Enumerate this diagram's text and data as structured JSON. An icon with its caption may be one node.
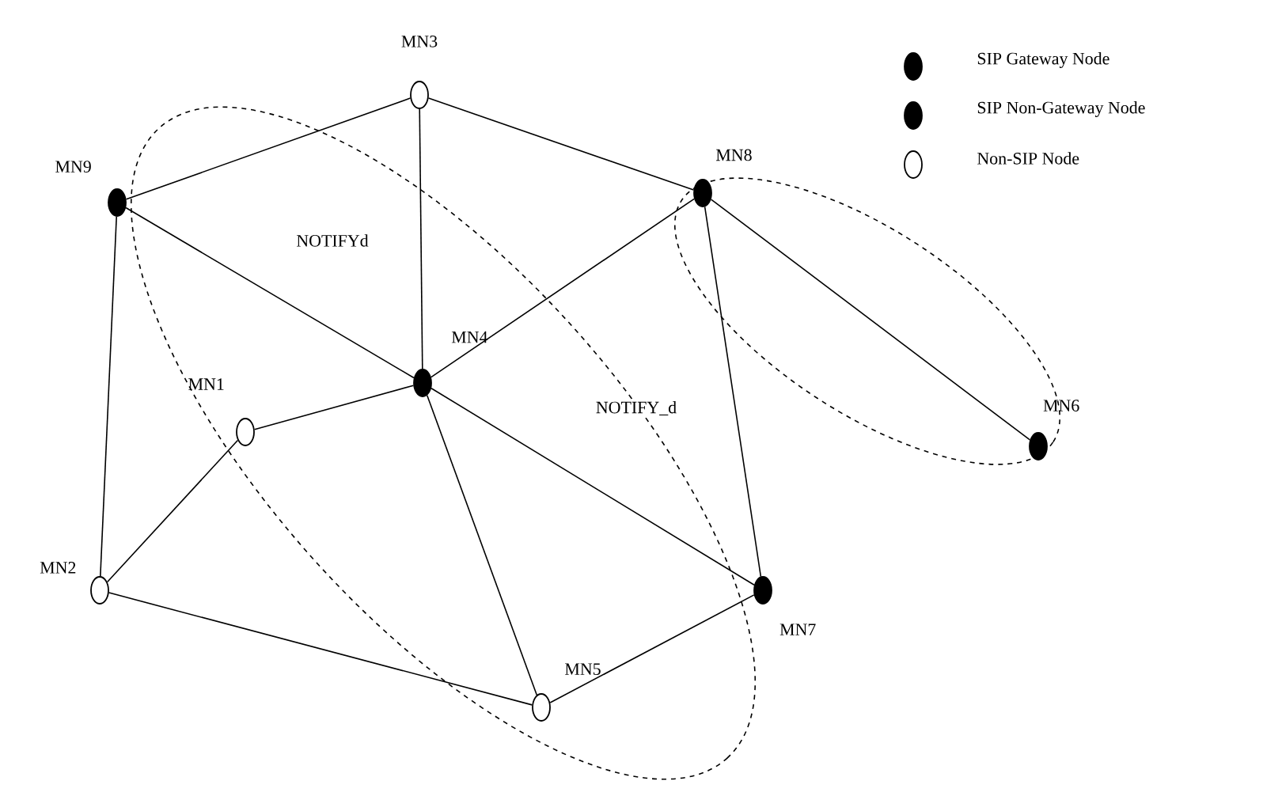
{
  "diagram": {
    "nodes": [
      {
        "text": [
          "MN3"
        ]
      },
      {
        "text": [
          "MN9"
        ]
      },
      {
        "text": [
          "MN8"
        ]
      },
      {
        "text": [
          "MN4"
        ]
      },
      {
        "text": [
          "MN1"
        ]
      },
      {
        "text": [
          "MN6"
        ]
      },
      {
        "text": [
          "MN2"
        ]
      },
      {
        "text": [
          "MN7"
        ]
      },
      {
        "text": [
          "MN5"
        ]
      }
    ],
    "edges": [
      {
        "from": 0,
        "to": 1,
        "arrow": "none"
      },
      {
        "from": 0,
        "to": 3,
        "arrow": "none"
      },
      {
        "from": 0,
        "to": 2,
        "arrow": "none"
      },
      {
        "from": 1,
        "to": 3,
        "arrow": "none",
        "label": "NOTIFYd"
      },
      {
        "from": 1,
        "to": 6,
        "arrow": "none"
      },
      {
        "from": 3,
        "to": 2,
        "arrow": "none"
      },
      {
        "from": 3,
        "to": 4,
        "arrow": "none"
      },
      {
        "from": 3,
        "to": 8,
        "arrow": "none"
      },
      {
        "from": 3,
        "to": 7,
        "arrow": "none",
        "label": "NOTIFY_d"
      },
      {
        "from": 2,
        "to": 5,
        "arrow": "none"
      },
      {
        "from": 2,
        "to": 7,
        "arrow": "none"
      },
      {
        "from": 4,
        "to": 6,
        "arrow": "none"
      },
      {
        "from": 6,
        "to": 8,
        "arrow": "none"
      },
      {
        "from": 8,
        "to": 7,
        "arrow": "none"
      }
    ],
    "legend": [
      {
        "text": "SIP Gateway Node",
        "color": "#000000"
      },
      {
        "text": "SIP Non-Gateway Node",
        "color": "#000000"
      },
      {
        "text": "Non-SIP Node"
      }
    ]
  }
}
